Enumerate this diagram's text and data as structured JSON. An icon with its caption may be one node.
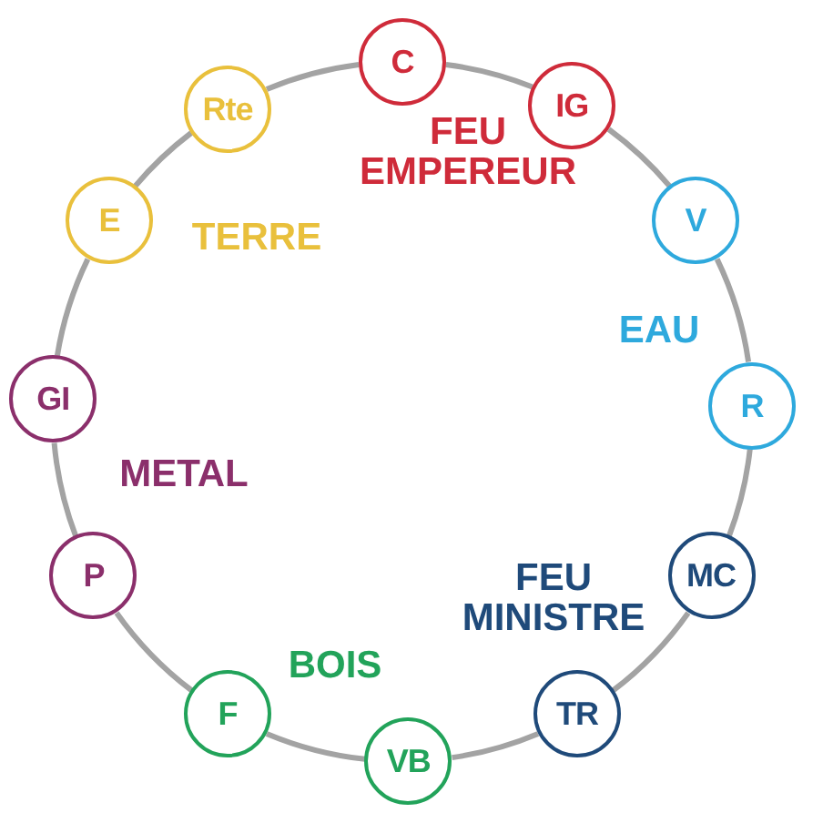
{
  "diagram": {
    "nodes": [
      {
        "text": [
          "C"
        ]
      },
      {
        "text": [
          "IG"
        ]
      },
      {
        "text": [
          "V"
        ]
      },
      {
        "text": [
          "R"
        ]
      },
      {
        "text": [
          "MC"
        ]
      },
      {
        "text": [
          "TR"
        ]
      },
      {
        "text": [
          "VB"
        ]
      },
      {
        "text": [
          "F"
        ]
      },
      {
        "text": [
          "P"
        ]
      },
      {
        "text": [
          "GI"
        ]
      },
      {
        "text": [
          "E"
        ]
      },
      {
        "text": [
          "Rte"
        ]
      }
    ],
    "edges": [
      {
        "from": 0,
        "to": 1,
        "arrow": "none"
      },
      {
        "from": 1,
        "to": 2,
        "arrow": "none"
      },
      {
        "from": 2,
        "to": 3,
        "arrow": "none"
      },
      {
        "from": 3,
        "to": 4,
        "arrow": "none"
      },
      {
        "from": 4,
        "to": 5,
        "arrow": "none"
      },
      {
        "from": 5,
        "to": 6,
        "arrow": "none"
      },
      {
        "from": 6,
        "to": 7,
        "arrow": "none"
      },
      {
        "from": 7,
        "to": 8,
        "arrow": "none"
      },
      {
        "from": 8,
        "to": 9,
        "arrow": "none"
      },
      {
        "from": 9,
        "to": 10,
        "arrow": "none"
      },
      {
        "from": 10,
        "to": 11,
        "arrow": "none"
      },
      {
        "from": 11,
        "to": 0,
        "arrow": "none"
      }
    ],
    "labels": [
      "FEU EMPEREUR",
      "TERRE",
      "EAU",
      "METAL",
      "FEU MINISTRE",
      "BOIS"
    ]
  }
}
